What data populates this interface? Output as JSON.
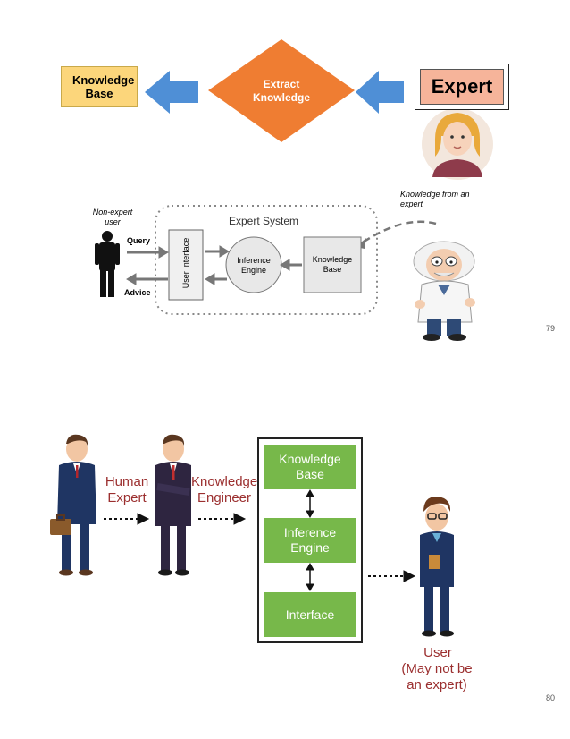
{
  "slide79": {
    "knowledge_base": "Knowledge Base",
    "extract": "Extract Knowledge",
    "expert": "Expert",
    "knowledge_from_expert": "Knowledge from an expert",
    "non_expert": "Non-expert user",
    "expert_system": "Expert System",
    "query": "Query",
    "advice": "Advice",
    "user_interface": "User Interface",
    "inference_engine": "Inference Engine",
    "kb_small": "Knowledge Base",
    "page": "79"
  },
  "slide80": {
    "human_expert": "Human Expert",
    "knowledge_engineer": "Knowledge Engineer",
    "kb": "Knowledge Base",
    "inference": "Inference Engine",
    "interface": "Interface",
    "user": "User",
    "user_note": "(May not be an expert)",
    "page": "80"
  },
  "colors": {
    "orange": "#ef7d32",
    "blue_arrow": "#4f8fd6",
    "green": "#77b84a",
    "red_label": "#9b2f2f"
  }
}
